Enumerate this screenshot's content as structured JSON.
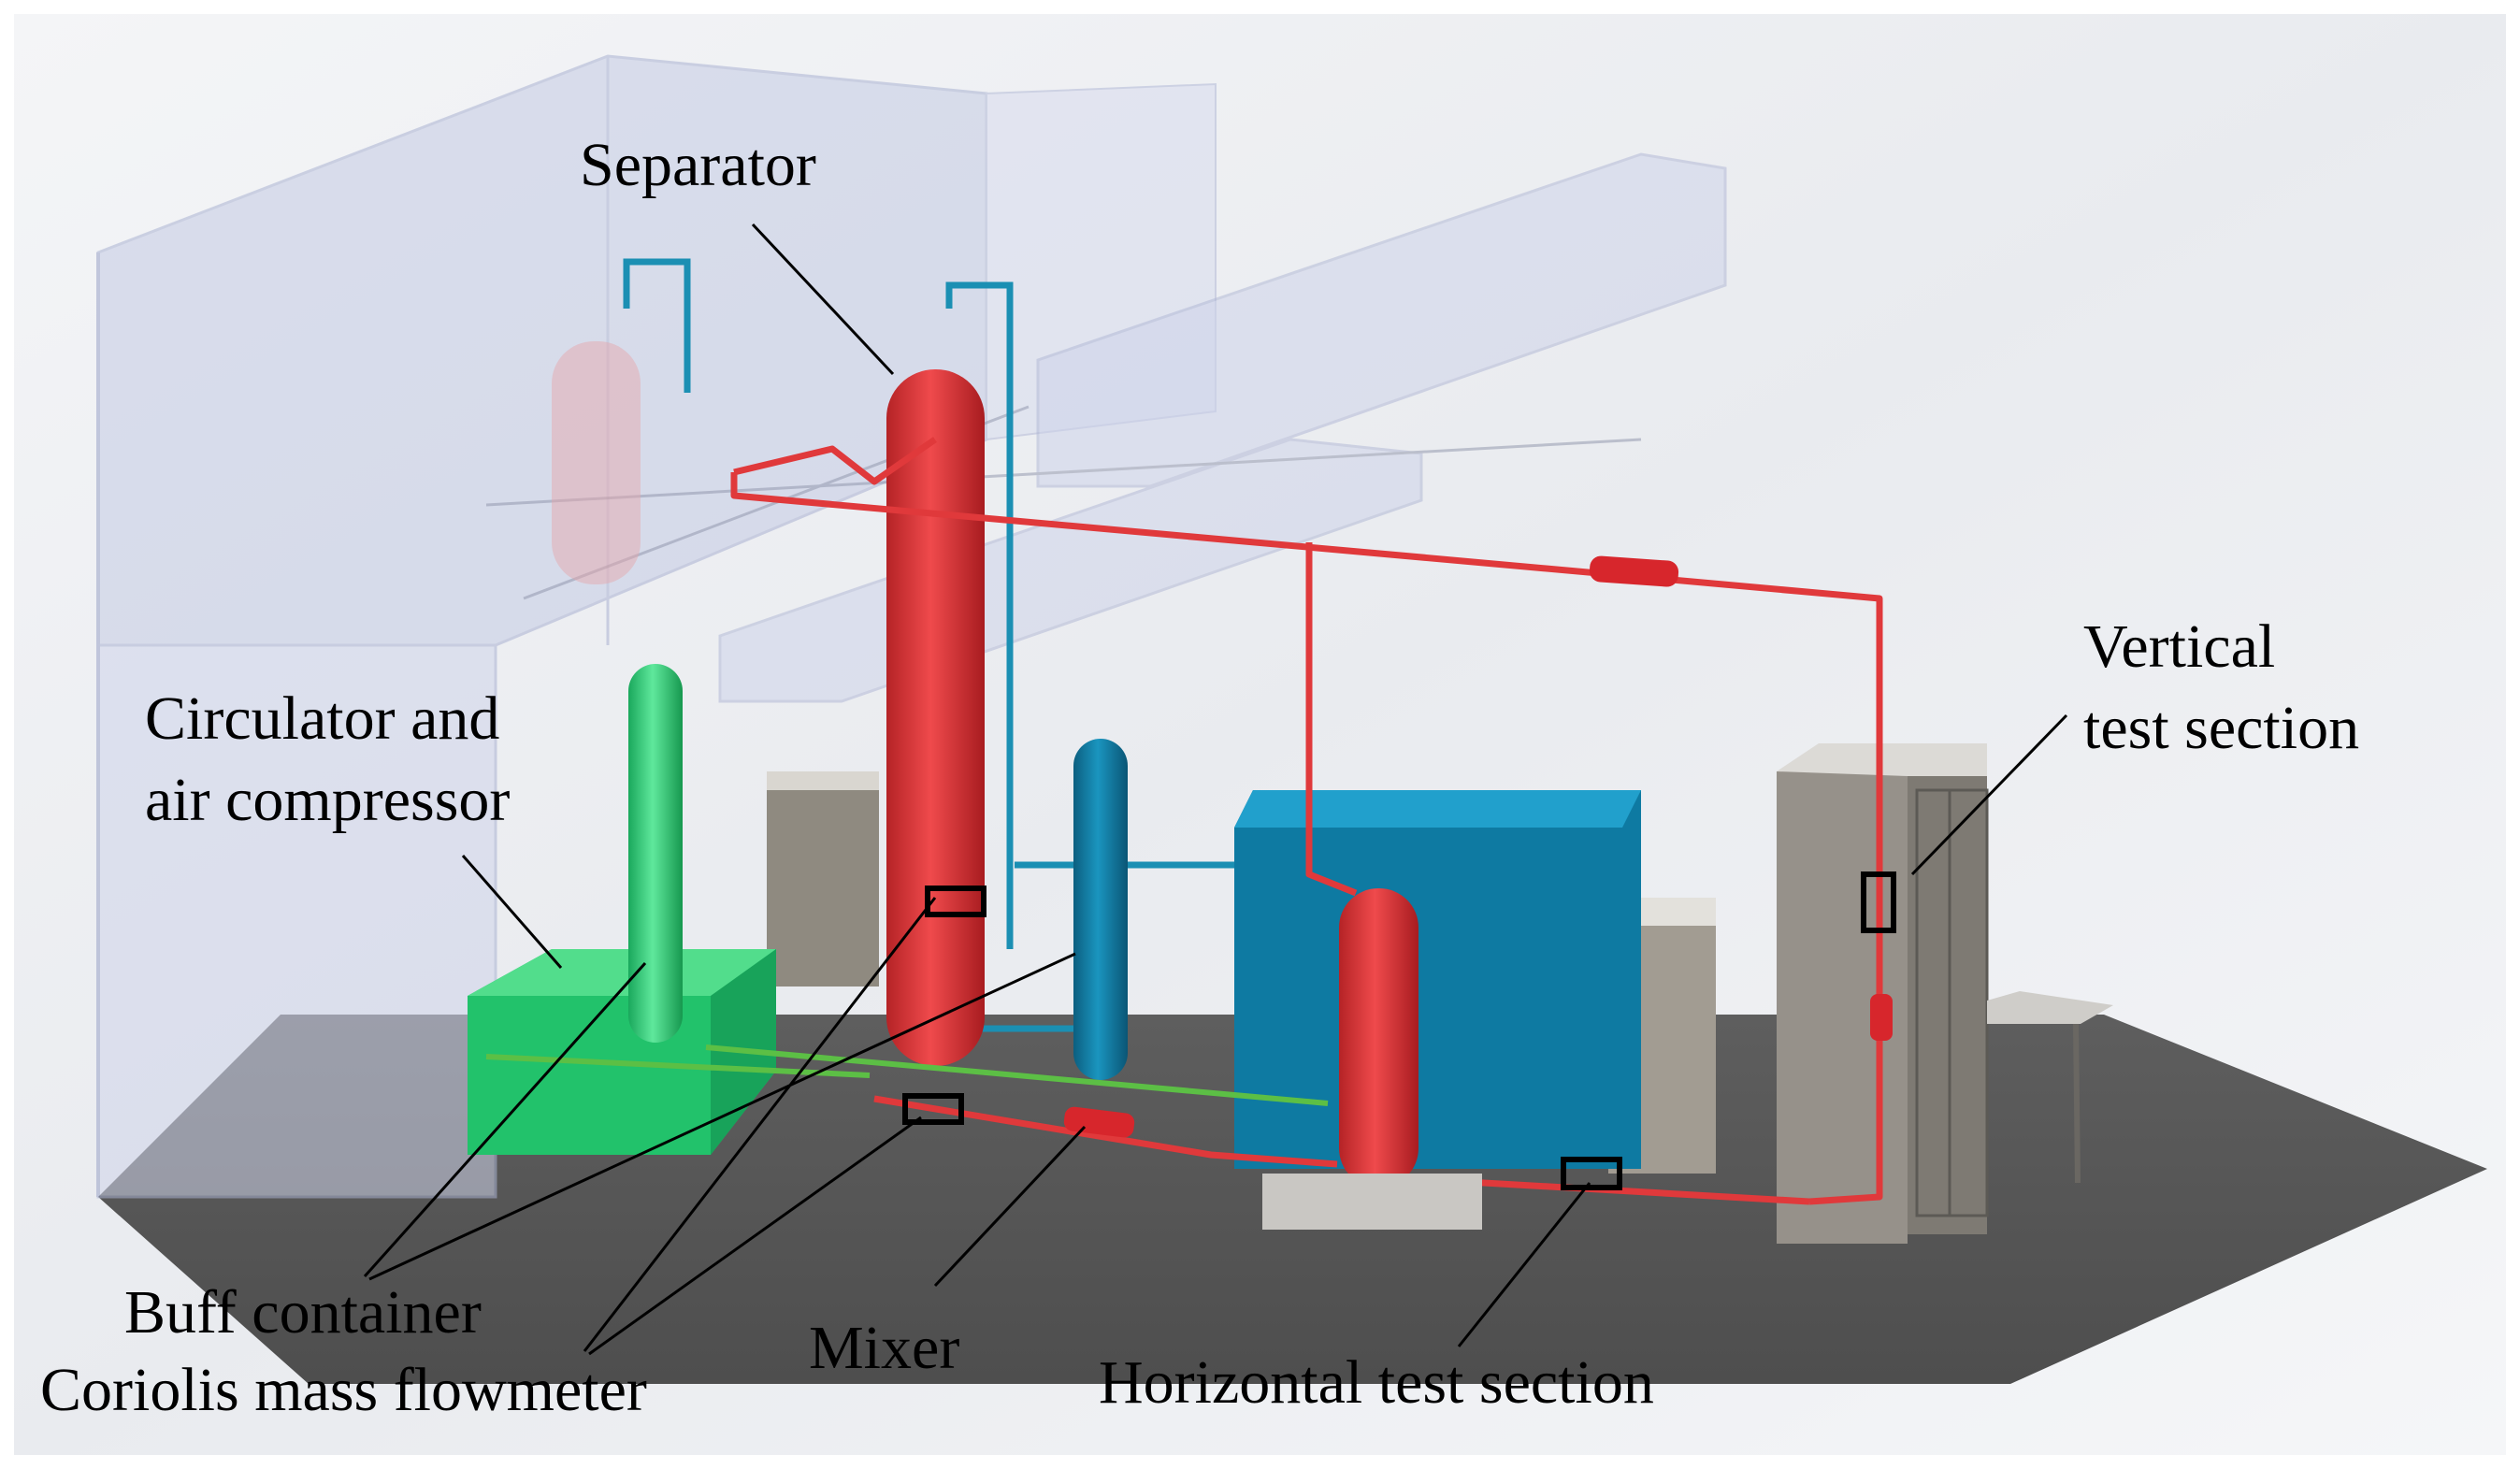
{
  "labels": {
    "separator": "Separator",
    "circulator_line1": "Circulator and",
    "circulator_line2": "air compressor",
    "vertical_line1": "Vertical",
    "vertical_line2": "test section",
    "buff_container": "Buff container",
    "coriolis": "Coriolis mass flowmeter",
    "mixer": "Mixer",
    "horizontal": "Horizontal test section"
  },
  "colors": {
    "background": "#ffffff",
    "floor": "#595959",
    "pipe_red": "#e0393b",
    "vessel_red": "#e8383a",
    "vessel_green": "#2fd07a",
    "teal_box": "#0f7fa8",
    "teal_pipe": "#1b8fb3",
    "concrete": "#9c968c",
    "glass": "#c9cfe6",
    "leader": "#000000"
  },
  "icons": [
    "flowmeter-marker-icon"
  ]
}
